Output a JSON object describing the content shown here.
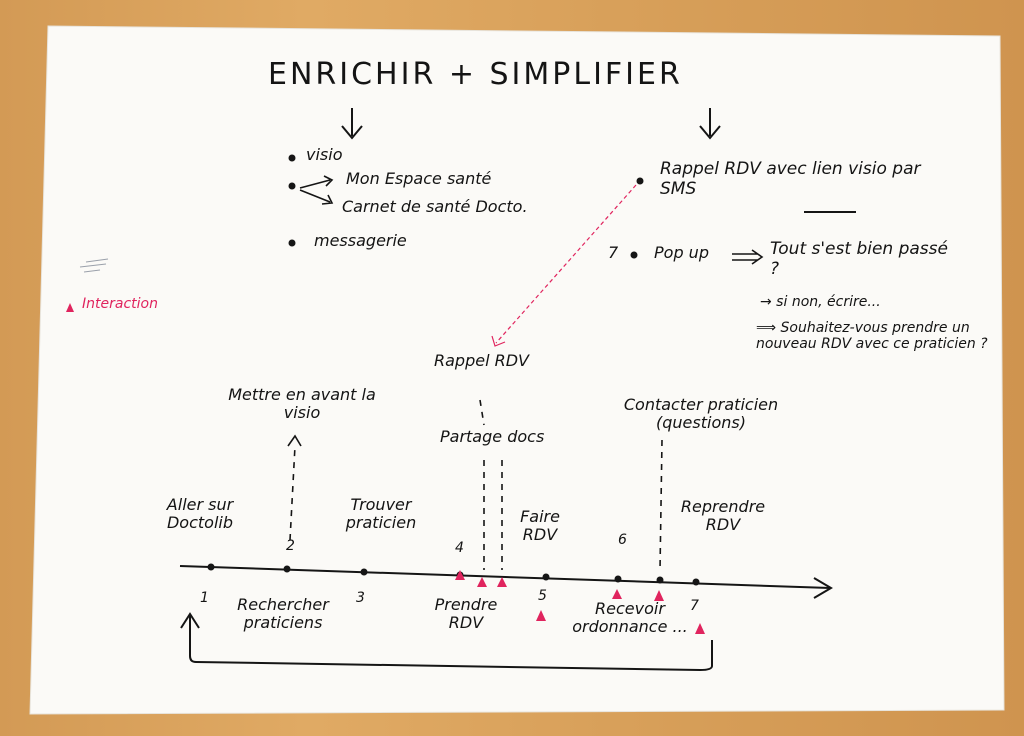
{
  "title": "ENRICHIR + SIMPLIFIER",
  "enrichir": {
    "items": [
      "visio",
      "Mon Espace santé",
      "Carnet de santé Docto.",
      "messagerie"
    ]
  },
  "simplifier": {
    "rappel": "Rappel RDV avec lien visio par SMS",
    "popup_num": "7",
    "popup": "Pop up",
    "popup_q": "Tout s'est bien passé ?",
    "si_non": "→ si non, écrire...",
    "souhaitez": "⟹ Souhaitez-vous prendre un nouveau RDV avec ce praticien ?"
  },
  "legend": {
    "label": "Interaction",
    "color": "#e0245e"
  },
  "timeline": {
    "above": [
      {
        "text": "Aller sur Doctolib"
      },
      {
        "text": "Mettre en avant la visio"
      },
      {
        "text": "Trouver praticien"
      },
      {
        "text": "Rappel RDV"
      },
      {
        "text": "Partage docs"
      },
      {
        "text": "Faire RDV"
      },
      {
        "text": "Contacter praticien (questions)"
      },
      {
        "text": "Reprendre RDV"
      }
    ],
    "numbers_above": [
      "2",
      "4",
      "6"
    ],
    "numbers_below": [
      "1",
      "3",
      "5",
      "7"
    ],
    "below": [
      {
        "text": "Rechercher praticiens"
      },
      {
        "text": "Prendre RDV"
      },
      {
        "text": "Recevoir ordonnance ..."
      }
    ]
  }
}
